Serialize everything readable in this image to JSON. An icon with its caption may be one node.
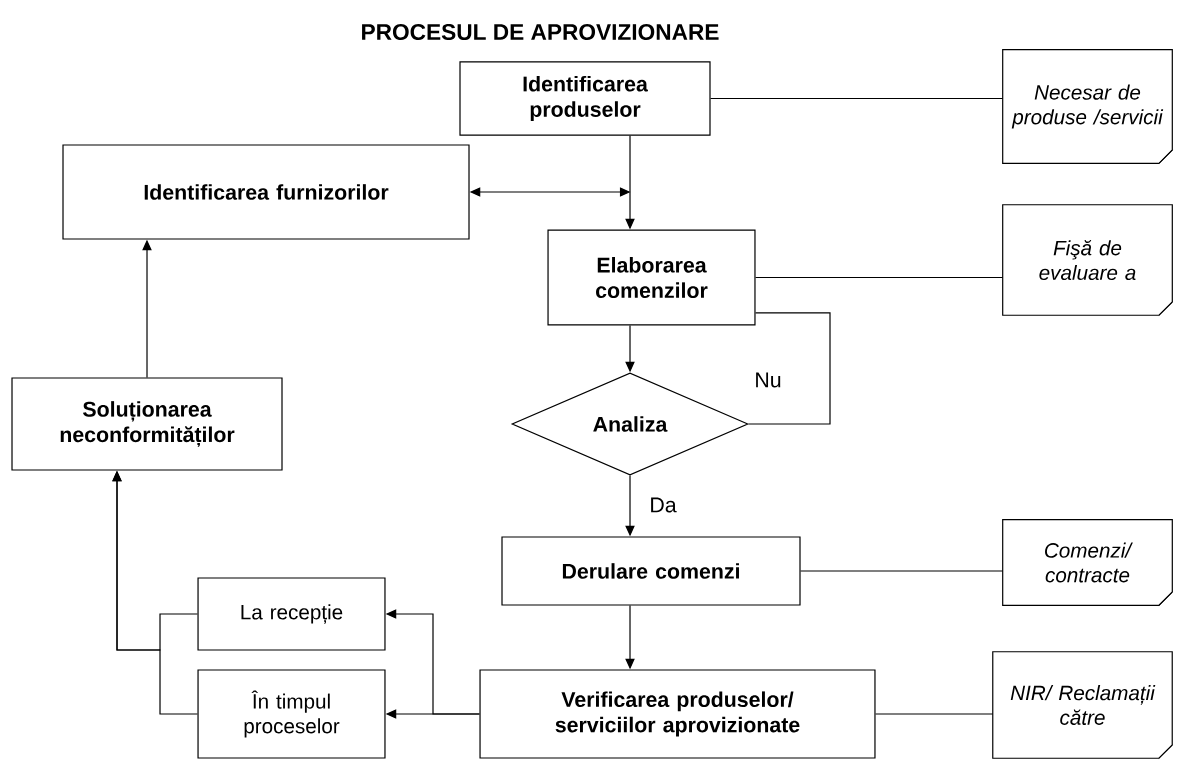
{
  "diagram": {
    "title": "PROCESUL DE APROVIZIONARE",
    "nodes": [
      {
        "text": [
          "Identificarea produselor"
        ]
      },
      {
        "text": [
          "Necesar de produse /servicii"
        ]
      },
      {
        "text": [
          "Identificarea furnizorilor"
        ]
      },
      {
        "text": [
          "Elaborarea comenzilor"
        ]
      },
      {
        "text": [
          "Fişă de evaluare a"
        ]
      },
      {
        "text": [
          "Analiza"
        ]
      },
      {
        "text": [
          "Soluționarea neconformităților"
        ]
      },
      {
        "text": [
          "Derulare comenzi"
        ]
      },
      {
        "text": [
          "Comenzi/ contracte"
        ]
      },
      {
        "text": [
          "La recepție"
        ]
      },
      {
        "text": [
          "În timpul proceselor"
        ]
      },
      {
        "text": [
          "Verificarea produselor/ serviciilor aprovizionate"
        ]
      },
      {
        "text": [
          "NIR/ Reclamații către"
        ]
      }
    ],
    "edges": [
      {
        "from": 0,
        "to": 3,
        "arrow": "to"
      },
      {
        "from": 0,
        "to": 1,
        "arrow": "none"
      },
      {
        "from": 2,
        "to": null,
        "arrow": "both"
      },
      {
        "from": 3,
        "to": 4,
        "arrow": "none"
      },
      {
        "from": 3,
        "to": 5,
        "arrow": "to"
      },
      {
        "from": 5,
        "to": 3,
        "arrow": "none",
        "label": "Nu"
      },
      {
        "from": 5,
        "to": 7,
        "arrow": "to",
        "label": "Da"
      },
      {
        "from": 7,
        "to": 8,
        "arrow": "none"
      },
      {
        "from": 7,
        "to": 11,
        "arrow": "to"
      },
      {
        "from": 11,
        "to": 9,
        "arrow": "to"
      },
      {
        "from": 11,
        "to": 10,
        "arrow": "to"
      },
      {
        "from": 9,
        "to": 6,
        "arrow": "to"
      },
      {
        "from": 10,
        "to": 6,
        "arrow": "to"
      },
      {
        "from": 6,
        "to": 2,
        "arrow": "to"
      },
      {
        "from": 11,
        "to": 12,
        "arrow": "none"
      }
    ]
  }
}
